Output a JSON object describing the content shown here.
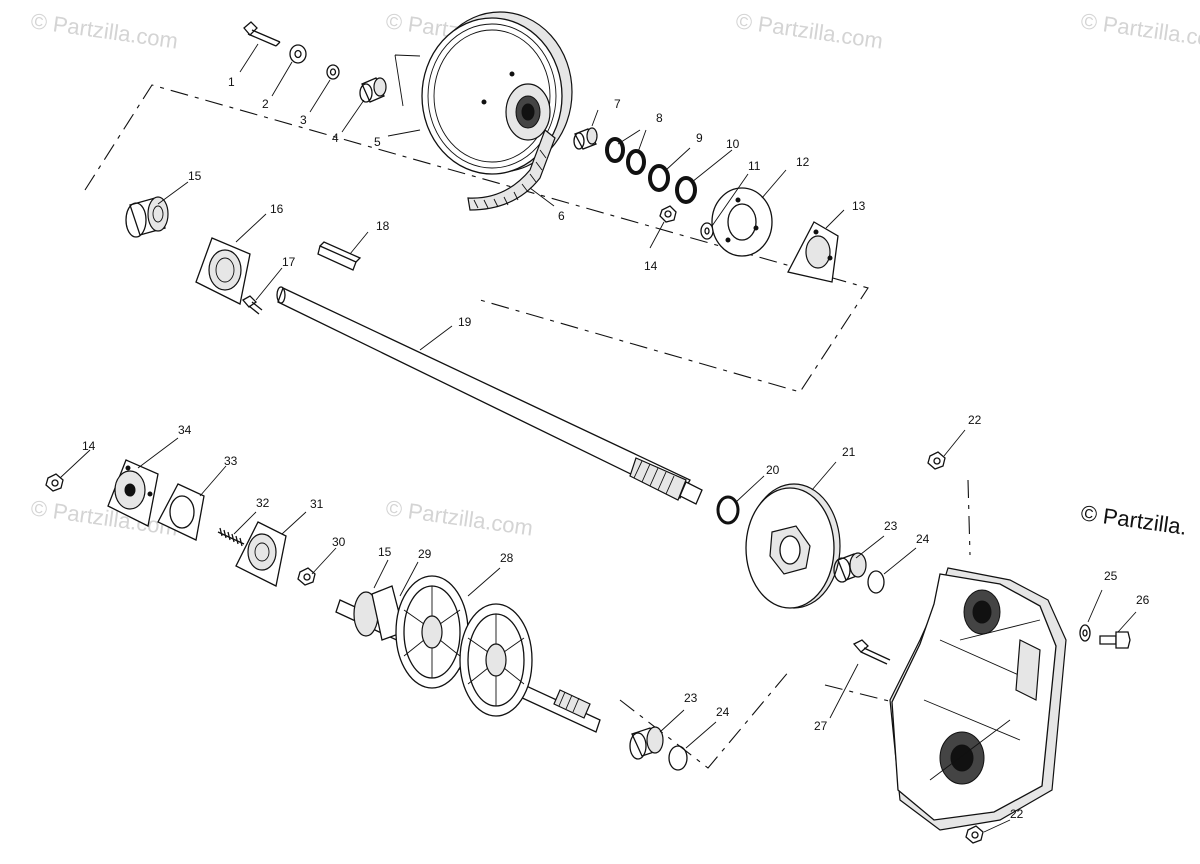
{
  "watermark": {
    "text": "© Partzilla.com"
  },
  "copyright": {
    "text": "© Partzilla."
  },
  "callouts": {
    "c1": "1",
    "c2": "2",
    "c3": "3",
    "c4": "4",
    "c5": "5",
    "c6": "6",
    "c7": "7",
    "c8": "8",
    "c9": "9",
    "c10": "10",
    "c11": "11",
    "c12": "12",
    "c13": "13",
    "c14a": "14",
    "c14b": "14",
    "c15a": "15",
    "c15b": "15",
    "c16": "16",
    "c17": "17",
    "c18": "18",
    "c19": "19",
    "c20": "20",
    "c21": "21",
    "c22a": "22",
    "c22b": "22",
    "c23a": "23",
    "c23b": "23",
    "c24a": "24",
    "c24b": "24",
    "c25": "25",
    "c26": "26",
    "c27": "27",
    "c28": "28",
    "c29": "29",
    "c30": "30",
    "c31": "31",
    "c32": "32",
    "c33": "33",
    "c34": "34"
  }
}
